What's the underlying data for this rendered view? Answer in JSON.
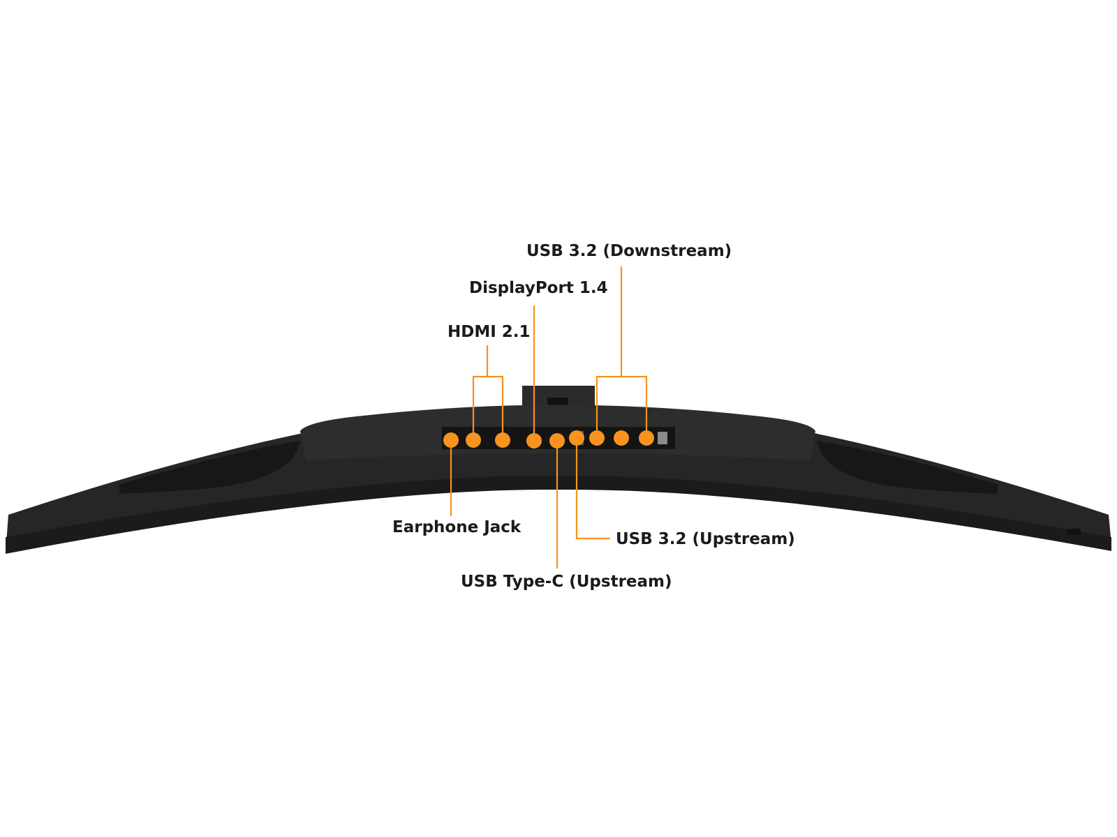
{
  "labels": {
    "usb32_downstream": "USB 3.2 (Downstream)",
    "displayport": "DisplayPort 1.4",
    "hdmi": "HDMI 2.1",
    "earphone_jack": "Earphone Jack",
    "usb32_upstream": "USB 3.2 (Upstream)",
    "usb_typec_upstream": "USB Type-C (Upstream)"
  },
  "colors": {
    "accent": "#F7931E",
    "monitor_body": "#262626",
    "monitor_top": "#1e1e1e",
    "port_panel": "#141414",
    "label_text": "#1a1a1a",
    "background": "#ffffff"
  }
}
